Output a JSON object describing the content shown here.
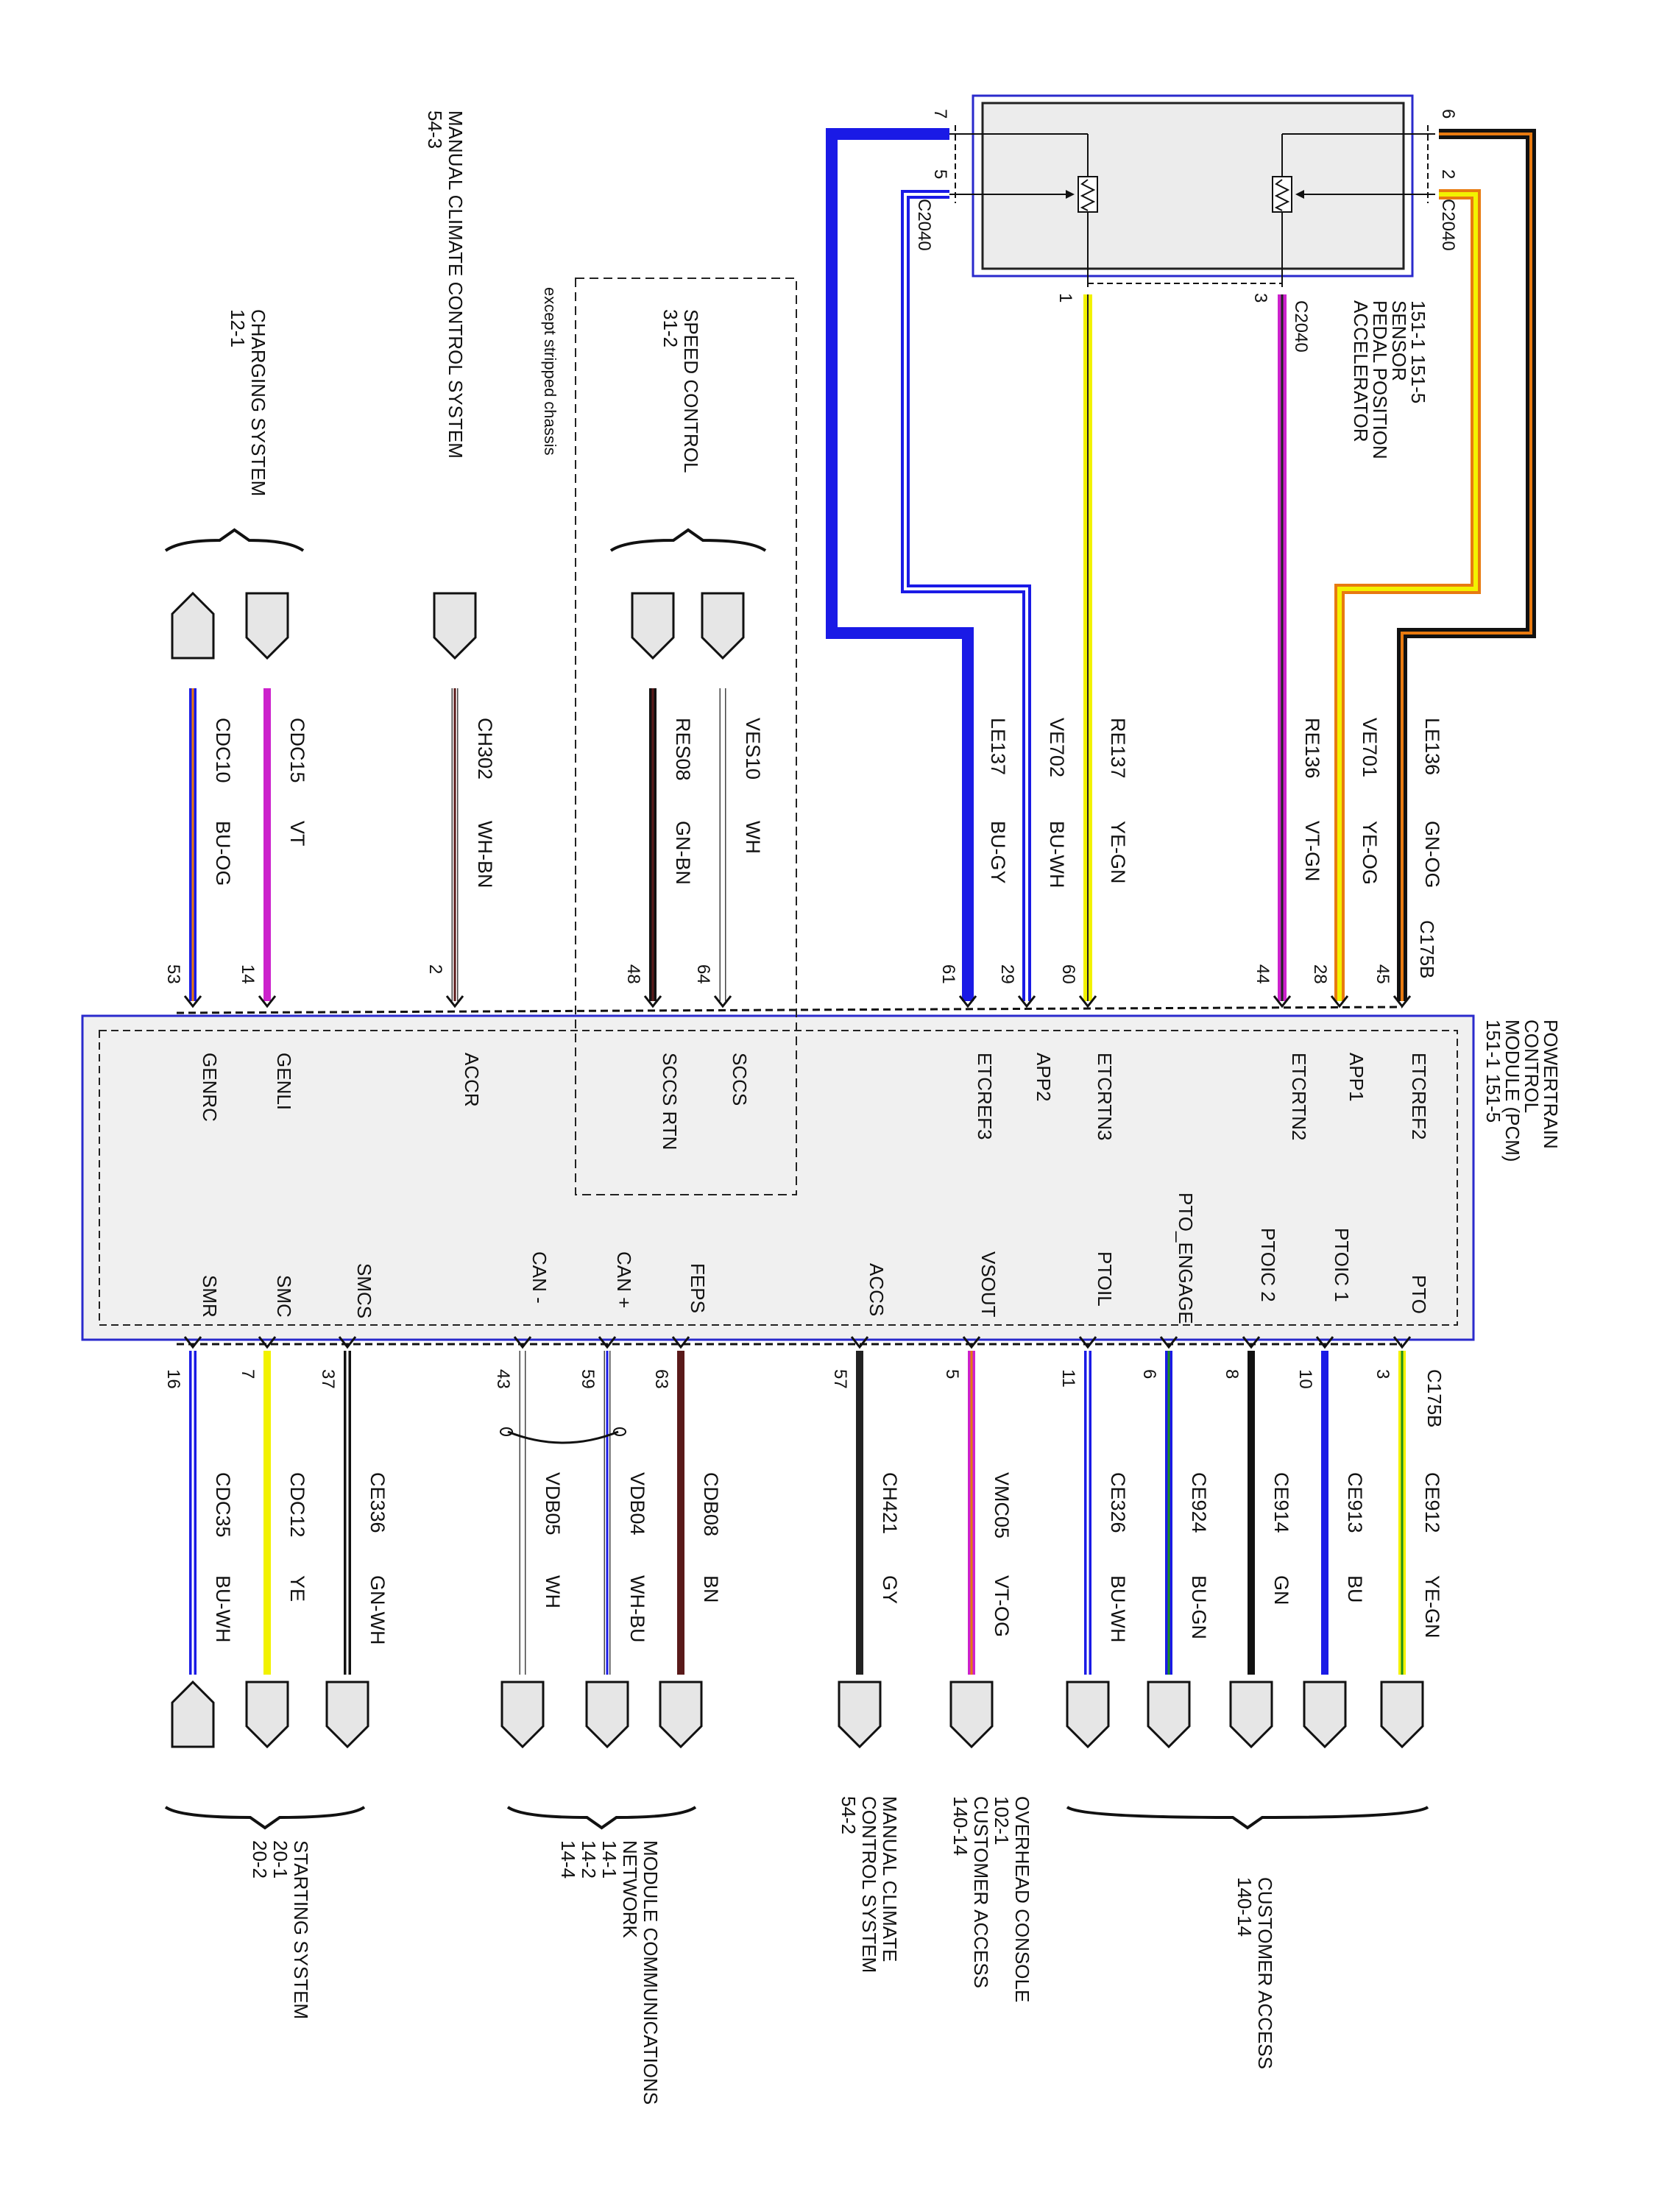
{
  "colors": {
    "BU": "#1a1ae6",
    "WH": "#ffffff",
    "YE": "#f2f200",
    "GN": "#111111",
    "GN2": "#1b8f1b",
    "OG": "#e87a10",
    "VT": "#cc22cc",
    "BN": "#5a1a1a",
    "GY": "#222222",
    "BK": "#111111"
  },
  "pcm": {
    "label_lines": [
      "POWERTRAIN",
      "CONTROL",
      "MODULE (PCM)",
      "151-1   151-5"
    ],
    "connector_left": "C175B",
    "connector_right": "C175B"
  },
  "sensor": {
    "label_lines": [
      "ACCELERATOR",
      "PEDAL POSITION",
      "SENSOR",
      "151-1     151-5"
    ],
    "connector_a": "C2040",
    "connector_b": "C2040",
    "connector_c": "C2040",
    "pins": [
      "7",
      "5",
      "1",
      "3",
      "6",
      "2"
    ]
  },
  "left_wires": [
    {
      "pin": "45",
      "signal": "ETCREF2",
      "circuit": "LE136",
      "color": "GN-OG"
    },
    {
      "pin": "28",
      "signal": "APP1",
      "circuit": "VE701",
      "color": "YE-OG"
    },
    {
      "pin": "44",
      "signal": "ETCRTN2",
      "circuit": "RE136",
      "color": "VT-GN"
    },
    {
      "pin": "60",
      "signal": "ETCRTN3",
      "circuit": "RE137",
      "color": "YE-GN"
    },
    {
      "pin": "29",
      "signal": "APP2",
      "circuit": "VE702",
      "color": "BU-WH"
    },
    {
      "pin": "61",
      "signal": "ETCREF3",
      "circuit": "LE137",
      "color": "BU-GY"
    },
    {
      "pin": "64",
      "signal": "SCCS",
      "circuit": "VES10",
      "color": "WH"
    },
    {
      "pin": "48",
      "signal": "SCCS RTN",
      "circuit": "RES08",
      "color": "GN-BN"
    },
    {
      "pin": "2",
      "signal": "ACCR",
      "circuit": "CH302",
      "color": "WH-BN"
    },
    {
      "pin": "14",
      "signal": "GENLI",
      "circuit": "CDC15",
      "color": "VT"
    },
    {
      "pin": "53",
      "signal": "GENRC",
      "circuit": "CDC10",
      "color": "BU-OG"
    }
  ],
  "right_wires": [
    {
      "pin": "3",
      "signal": "PTO",
      "circuit": "CE912",
      "color": "YE-GN"
    },
    {
      "pin": "10",
      "signal": "PTOIC 1",
      "circuit": "CE913",
      "color": "BU"
    },
    {
      "pin": "8",
      "signal": "PTOIC 2",
      "circuit": "CE914",
      "color": "GN"
    },
    {
      "pin": "6",
      "signal": "PTO_ENGAGE",
      "circuit": "CE924",
      "color": "BU-GN"
    },
    {
      "pin": "11",
      "signal": "PTOIL",
      "circuit": "CE326",
      "color": "BU-WH"
    },
    {
      "pin": "5",
      "signal": "VSOUT",
      "circuit": "VMC05",
      "color": "VT-OG"
    },
    {
      "pin": "57",
      "signal": "ACCS",
      "circuit": "CH421",
      "color": "GY"
    },
    {
      "pin": "63",
      "signal": "FEPS",
      "circuit": "CDB08",
      "color": "BN"
    },
    {
      "pin": "59",
      "signal": "CAN +",
      "circuit": "VDB04",
      "color": "WH-BU"
    },
    {
      "pin": "43",
      "signal": "CAN -",
      "circuit": "VDB05",
      "color": "WH"
    },
    {
      "pin": "37",
      "signal": "SMCS",
      "circuit": "CE336",
      "color": "GN-WH"
    },
    {
      "pin": "7",
      "signal": "SMC",
      "circuit": "CDC12",
      "color": "YE"
    },
    {
      "pin": "16",
      "signal": "SMR",
      "circuit": "CDC35",
      "color": "BU-WH"
    }
  ],
  "speed_control": {
    "label_lines": [
      "SPEED CONTROL",
      "31-2"
    ],
    "note": "except stripped chassis"
  },
  "manual_climate_top": {
    "label_lines": [
      "MANUAL CLIMATE CONTROL SYSTEM",
      "54-3"
    ]
  },
  "charging": {
    "label_lines": [
      "CHARGING SYSTEM",
      "12-1"
    ]
  },
  "customer_access": {
    "label_lines": [
      "CUSTOMER ACCESS",
      "140-14"
    ]
  },
  "overhead": {
    "label_lines": [
      "OVERHEAD CONSOLE",
      "102-1",
      "CUSTOMER ACCESS",
      "140-14"
    ]
  },
  "manual_climate_bottom": {
    "label_lines": [
      "MANUAL CLIMATE",
      "CONTROL SYSTEM",
      "54-2"
    ]
  },
  "module_comm": {
    "label_lines": [
      "MODULE COMMUNICATIONS",
      "NETWORK",
      "14-1",
      "14-2",
      "14-4"
    ]
  },
  "starting": {
    "label_lines": [
      "STARTING SYSTEM",
      "20-1",
      "20-2"
    ]
  }
}
